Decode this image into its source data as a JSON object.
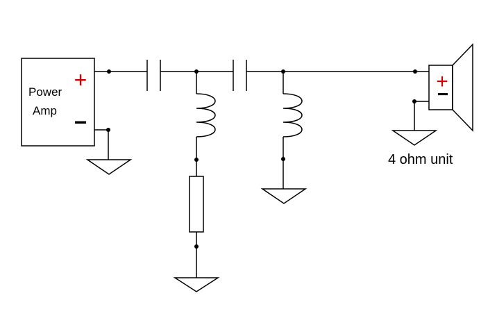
{
  "amplifier": {
    "label_line1": "Power",
    "label_line2": "Amp",
    "plus_sign": "+",
    "minus_sign": "−"
  },
  "speaker": {
    "plus_sign": "+",
    "minus_sign": "−",
    "label": "4 ohm unit"
  },
  "colors": {
    "wire": "#000000",
    "plus": "#d40000",
    "background": "#ffffff"
  }
}
